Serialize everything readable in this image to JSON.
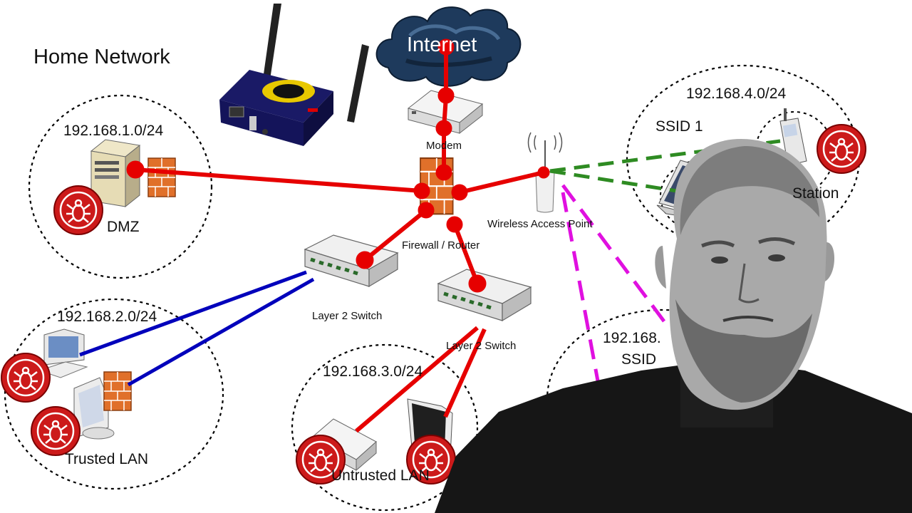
{
  "title": "Home Network",
  "cloud_label": "Internet",
  "devices": {
    "modem": "Modem",
    "firewall": "Firewall / Router",
    "wap": "Wireless Access Point",
    "switch1": "Layer 2 Switch",
    "switch2": "Layer 2 Switch"
  },
  "zones": {
    "dmz": {
      "subnet": "192.168.1.0/24",
      "name": "DMZ"
    },
    "trusted": {
      "subnet": "192.168.2.0/24",
      "name": "Trusted LAN"
    },
    "untrusted": {
      "subnet": "192.168.3.0/24",
      "name": "Untrusted LAN"
    },
    "wifi1": {
      "subnet": "192.168.4.0/24",
      "ssid": "SSID 1",
      "name": "Station"
    },
    "wifi2": {
      "subnet": "192.168.",
      "ssid": "SSID"
    }
  },
  "colors": {
    "red_link": "#e60000",
    "blue_link": "#0000bb",
    "green_link": "#2e8b22",
    "magenta_link": "#e010e0",
    "bug_badge": "#cc1a1a"
  },
  "icons": [
    "cloud-icon",
    "modem-icon",
    "firewall-icon",
    "server-icon",
    "switch-icon",
    "antenna-icon",
    "pc-icon",
    "monitor-icon",
    "laptop-icon",
    "phone-icon",
    "bug-icon",
    "router-device-icon"
  ],
  "presenter": "person-overlay"
}
